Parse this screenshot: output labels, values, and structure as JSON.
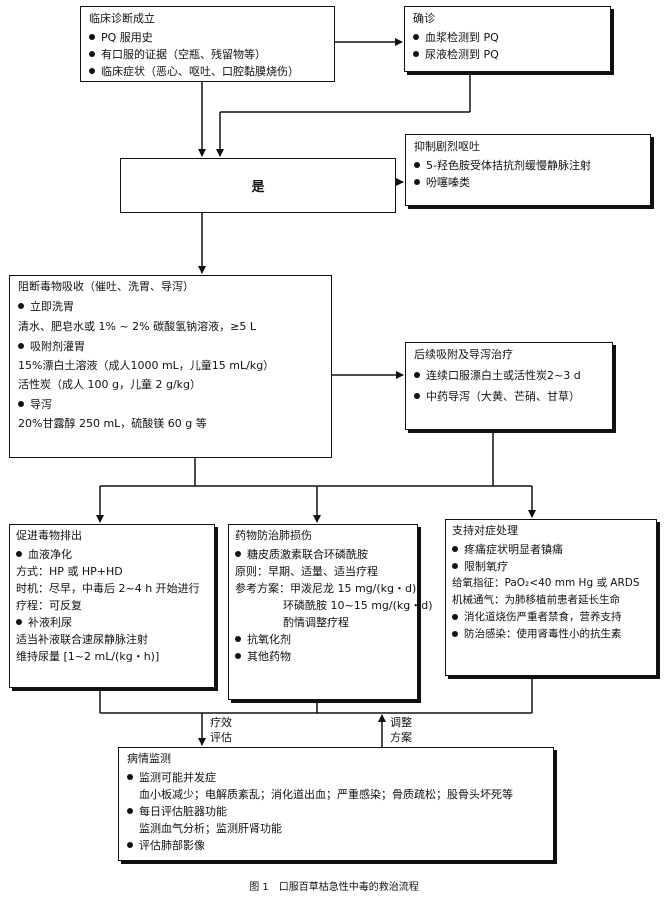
{
  "clinical": {
    "title": "临床诊断成立",
    "items": [
      "PQ 服用史",
      "有口服的证据（空瓶、残留物等）",
      "临床症状（恶心、呕吐、口腔黏膜烧伤）"
    ]
  },
  "confirm": {
    "title": "确诊",
    "items": [
      "血浆检测到 PQ",
      "尿液检测到 PQ"
    ]
  },
  "yes": {
    "label": "是"
  },
  "vomit": {
    "title": "抑制剧烈呕吐",
    "items": [
      "5-羟色胺受体拮抗剂缓慢静脉注射",
      "吩噻嗪类"
    ]
  },
  "block": {
    "title": "阻断毒物吸收（催吐、洗胃、导泻）",
    "s1_title": "立即洗胃",
    "s1_text": "清水、肥皂水或 1% ~ 2% 碳酸氢钠溶液，≥5 L",
    "s2_title": "吸附剂灌胃",
    "s2_text1": "15%漂白土溶液（成人1000 mL，儿童15 mL/kg）",
    "s2_text2": "活性炭（成人 100 g，儿童 2 g/kg）",
    "s3_title": "导泻",
    "s3_text": "20%甘露醇 250 mL，硫酸镁 60 g 等"
  },
  "follow": {
    "title": "后续吸附及导泻治疗",
    "items": [
      "连续口服漂白土或活性炭2~3 d",
      "中药导泻（大黄、芒硝、甘草）"
    ]
  },
  "excrete": {
    "title": "促进毒物排出",
    "b1": "血液净化",
    "l1": "方式：HP 或 HP+HD",
    "l2": "时机：尽早，中毒后 2~4 h 开始进行",
    "l3": "疗程：可反复",
    "b2": "补液利尿",
    "l4": "适当补液联合速尿静脉注射",
    "l5": "维持尿量 [1~2 mL/(kg・h)]"
  },
  "lung": {
    "title": "药物防治肺损伤",
    "b1": "糖皮质激素联合环磷酰胺",
    "l1": "原则：早期、适量、适当疗程",
    "l2": "参考方案：甲泼尼龙 15 mg/(kg・d)",
    "l3": "环磷酰胺 10~15 mg/(kg・d)",
    "l4": "酌情调整疗程",
    "b2": "抗氧化剂",
    "b3": "其他药物"
  },
  "support": {
    "title": "支持对症处理",
    "b1": "疼痛症状明显者镇痛",
    "b2": "限制氧疗",
    "l1": "给氧指征：PaO₂<40 mm Hg 或 ARDS",
    "l2": "机械通气：为肺移植前患者延长生命",
    "b3": "消化道烧伤严重者禁食，营养支持",
    "b4": "防治感染：使用肾毒性小的抗生素"
  },
  "monitor": {
    "title": "病情监测",
    "b1": "监测可能并发症",
    "l1": "血小板减少；电解质紊乱；消化道出血；严重感染；骨质疏松；股骨头坏死等",
    "b2": "每日评估脏器功能",
    "l2": "监测血气分析；监测肝肾功能",
    "b3": "评估肺部影像"
  },
  "labels": {
    "eval_line1": "疗效",
    "eval_line2": "评估",
    "adjust_line1": "调整",
    "adjust_line2": "方案"
  },
  "caption": "图 1　口服百草枯急性中毒的救治流程"
}
